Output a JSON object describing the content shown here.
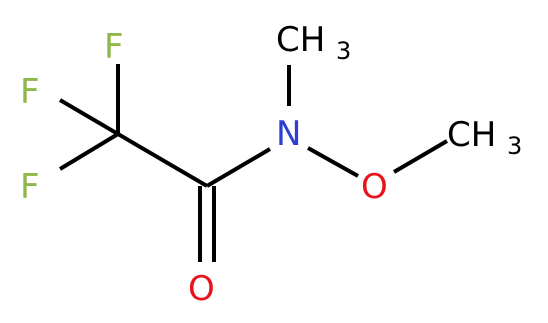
{
  "molecule": {
    "atoms": [
      {
        "id": "F1",
        "label": "F",
        "color": "#8FB74A"
      },
      {
        "id": "F2",
        "label": "F",
        "color": "#8FB74A"
      },
      {
        "id": "F3",
        "label": "F",
        "color": "#8FB74A"
      },
      {
        "id": "N",
        "label": "N",
        "color": "#2E3FD6"
      },
      {
        "id": "O_carbonyl",
        "label": "O",
        "color": "#E8141C"
      },
      {
        "id": "O_ether",
        "label": "O",
        "color": "#E8141C"
      },
      {
        "id": "CH3_N",
        "label": "CH",
        "subscript": "3",
        "color": "#000000"
      },
      {
        "id": "CH3_O",
        "label": "CH",
        "subscript": "3",
        "color": "#000000"
      }
    ],
    "bond_color": "#000000"
  }
}
